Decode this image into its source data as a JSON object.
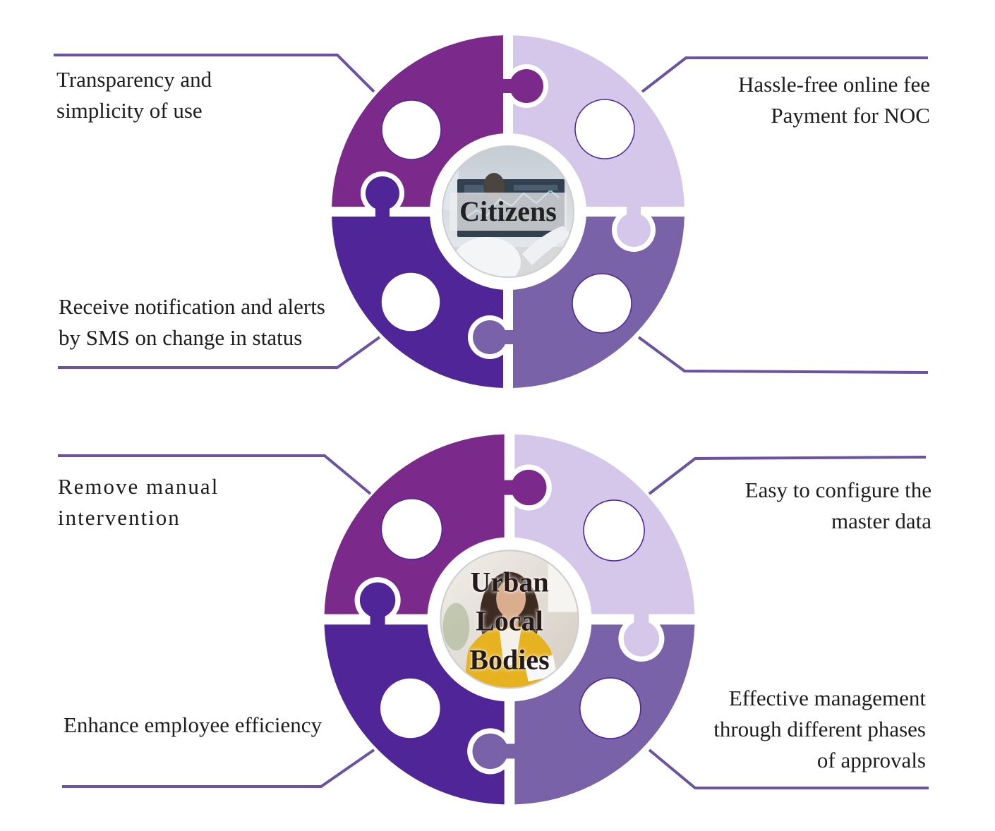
{
  "groups": {
    "citizens": {
      "center_label": "Citizens",
      "top_left": [
        "Transparency and",
        "simplicity of use"
      ],
      "top_right": [
        "Hassle-free online fee",
        "Payment for NOC"
      ],
      "bottom_left": [
        "Receive notification and alerts",
        "by SMS on change in status"
      ]
    },
    "urban_local_bodies": {
      "center_label": [
        "Urban",
        "Local",
        "Bodies"
      ],
      "top_left": [
        "Remove manual",
        "intervention"
      ],
      "top_right": [
        "Easy to configure the",
        "master data"
      ],
      "bottom_left": [
        "Enhance employee efficiency"
      ],
      "bottom_right": [
        "Effective management",
        "through different phases",
        "of approvals"
      ]
    }
  },
  "palette": {
    "piece_top_left": "#7B2A8C",
    "piece_top_right": "#D4C7EA",
    "piece_bottom_left": "#4F2597",
    "piece_bottom_right": "#7A62A9",
    "connector": "#6B52A3",
    "hole_outline": "#4F2597"
  }
}
